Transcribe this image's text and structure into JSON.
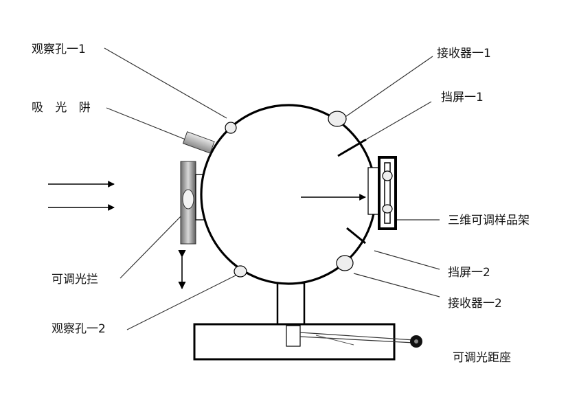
{
  "labels": {
    "observe_hole_1": "观察孔一1",
    "light_trap": "吸 光 阱",
    "adjustable_stop": "可调光拦",
    "observe_hole_2": "观察孔一2",
    "receiver_1": "接收器一1",
    "screen_1": "挡屏一1",
    "sample_holder": "三维可调样品架",
    "screen_2": "挡屏一2",
    "receiver_2": "接收器一2",
    "distance_base": "可调光距座"
  }
}
